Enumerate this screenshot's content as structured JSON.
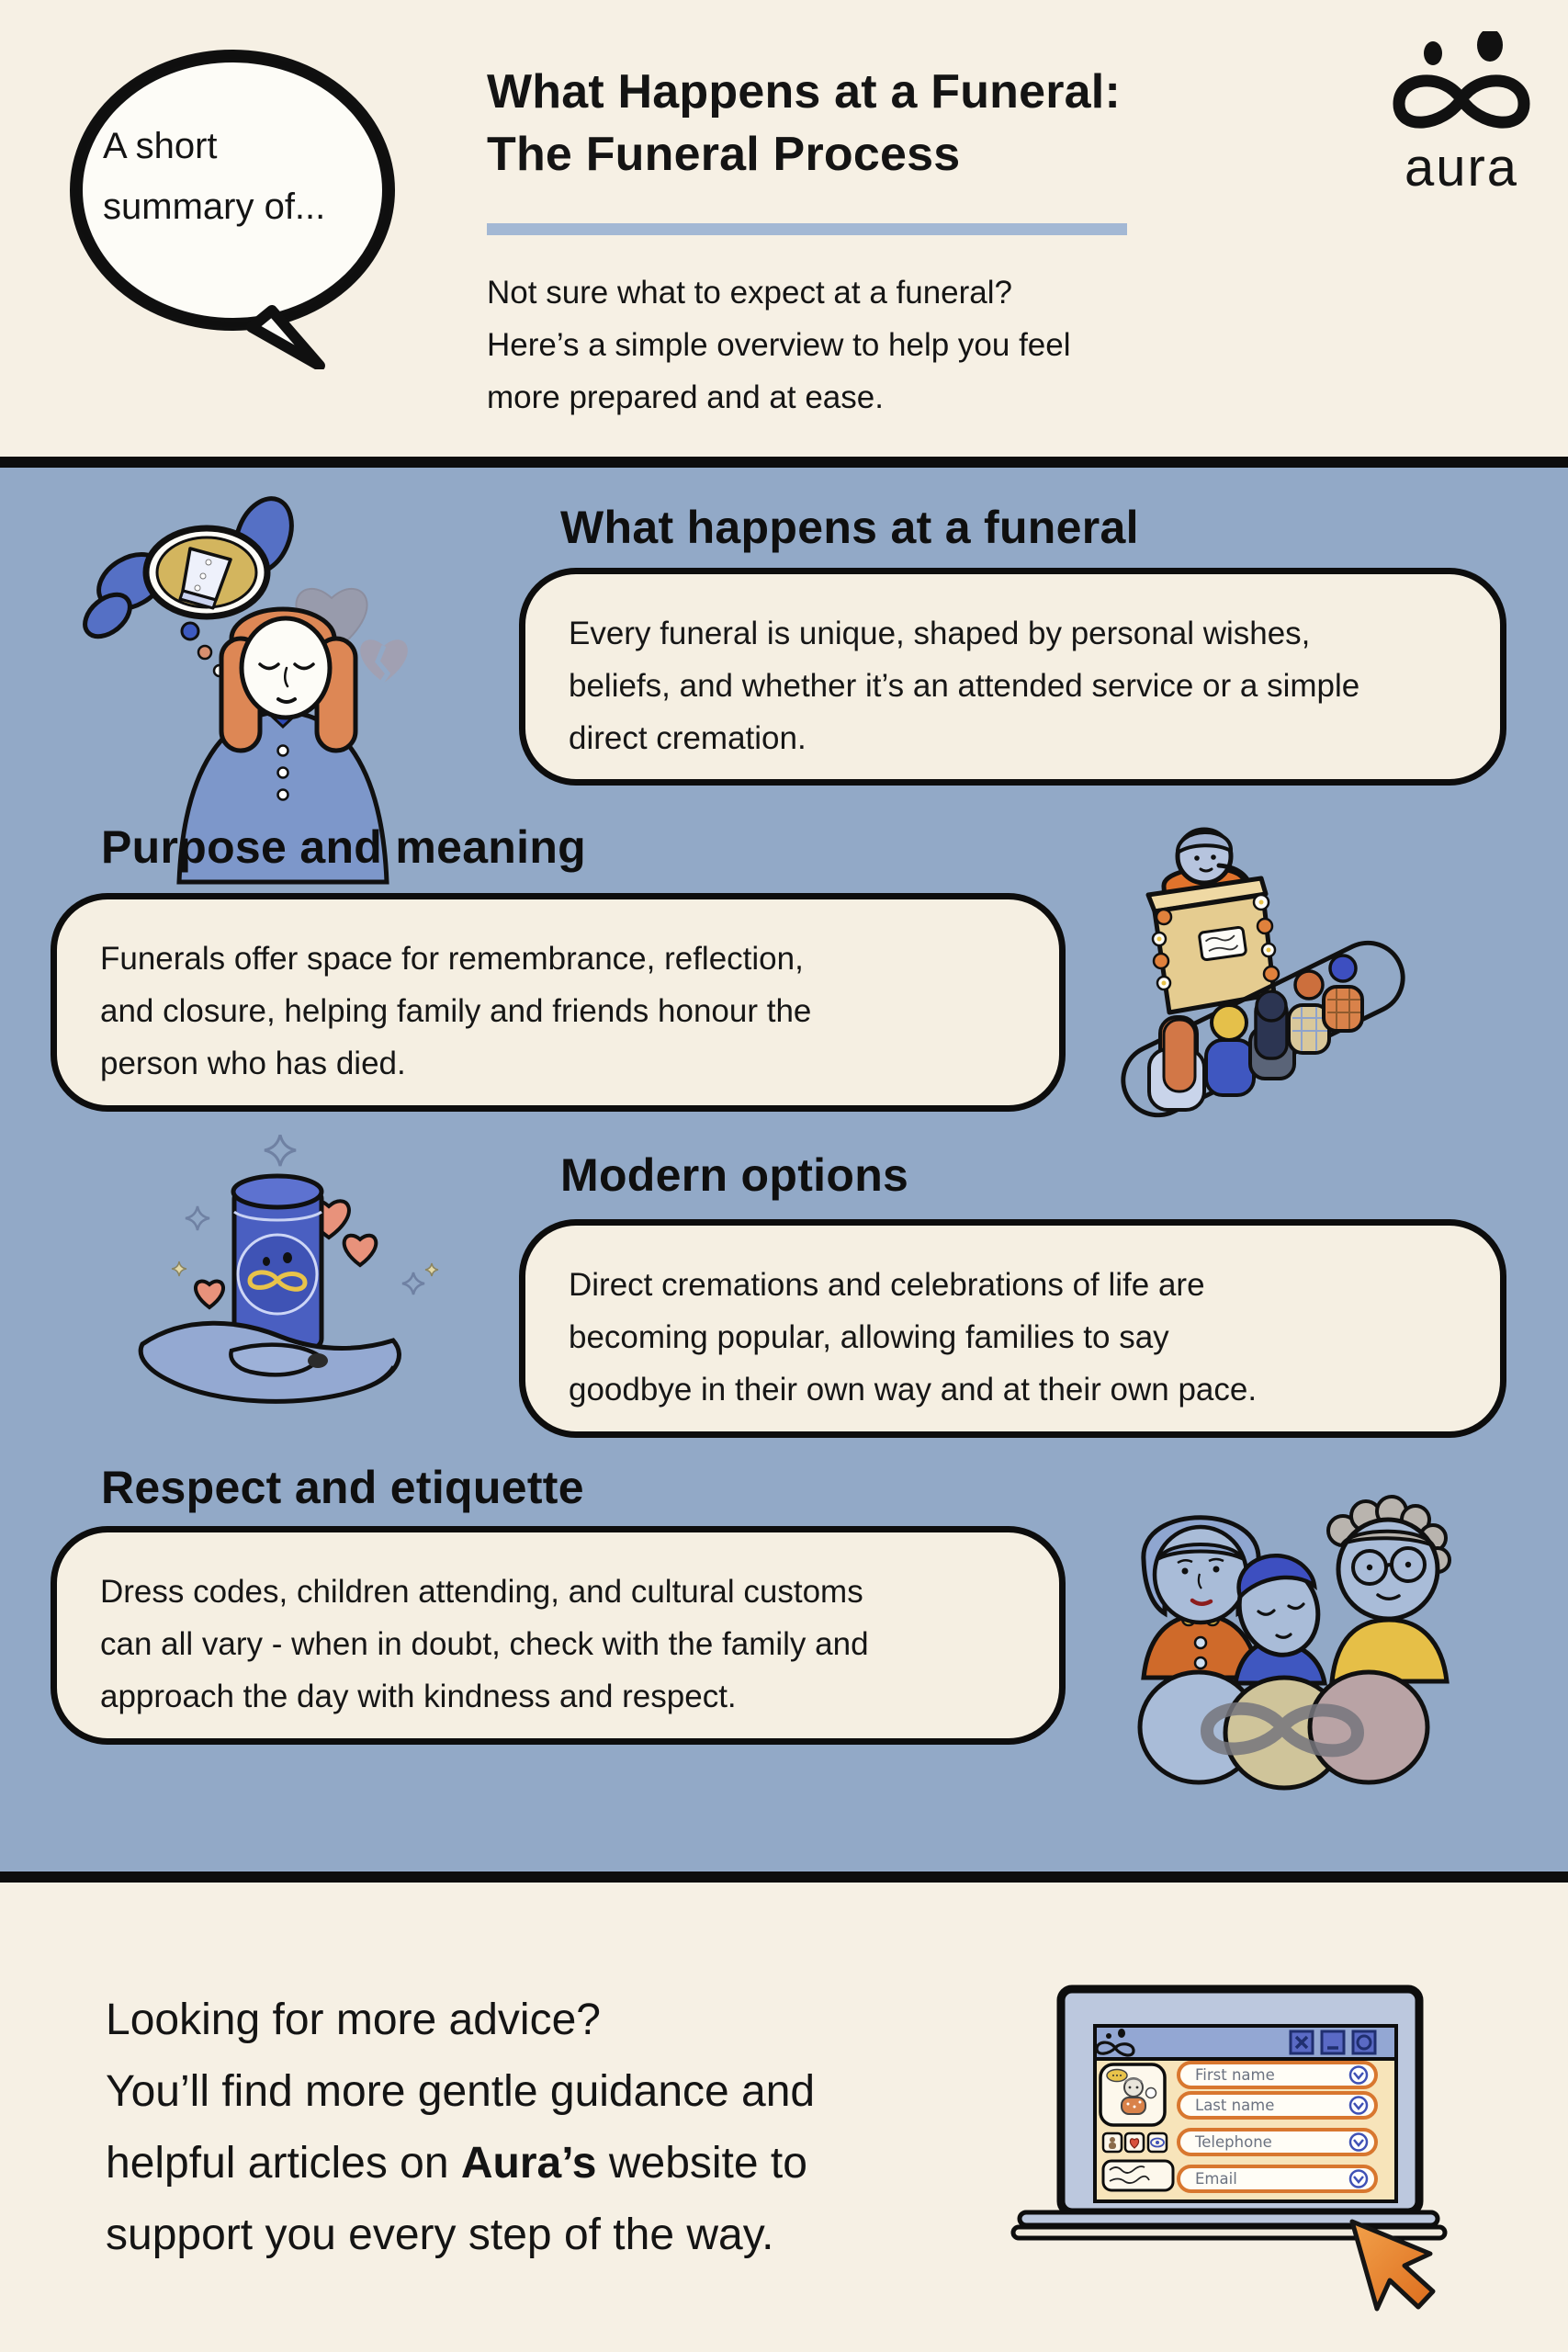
{
  "header": {
    "speech_bubble_text": "A short summary of...",
    "title_line1": "What Happens at a Funeral:",
    "title_line2": "The Funeral Process",
    "subtitle_lines": [
      "Not sure what to expect at a funeral?",
      "Here’s a simple overview to help you feel",
      "more prepared and at ease."
    ],
    "logo_wordmark": "aura"
  },
  "sections": [
    {
      "heading": "What happens at a funeral",
      "body_lines": [
        "Every funeral is unique, shaped by personal wishes,",
        "beliefs, and whether it’s an attended service or a simple",
        "direct cremation."
      ]
    },
    {
      "heading": "Purpose and meaning",
      "body_lines": [
        "Funerals offer space for remembrance, reflection,",
        "and closure, helping family and friends honour the",
        "person who has died."
      ]
    },
    {
      "heading": "Modern options",
      "body_lines": [
        "Direct cremations and celebrations of life are",
        "becoming popular, allowing families to say",
        "goodbye in their own way and at their own pace."
      ]
    },
    {
      "heading": "Respect and etiquette",
      "body_lines": [
        "Dress codes, children attending, and cultural customs",
        "can all vary - when in doubt, check with the family and",
        "approach the day with kindness and respect."
      ]
    }
  ],
  "footer": {
    "lines": [
      "Looking for more advice?",
      "You’ll find more gentle guidance and"
    ],
    "line3": {
      "prefix": "helpful articles on ",
      "bold": "Aura’s",
      "suffix": " website to"
    },
    "line4": "support you every step of the way.",
    "laptop_form": {
      "field_labels": [
        "First name",
        "Last name",
        "Telephone",
        "Email"
      ]
    }
  },
  "colors": {
    "cream_background": "#f6f0e4",
    "blue_background": "#92a9c7",
    "bubble_fill": "#f5efe2",
    "ink": "#141414",
    "title_underline_blue": "#a3b8d4",
    "accent_orange": "#e0772e",
    "heart_salmon": "#e8927b",
    "urn_blue": "#4a5fc1",
    "gold": "#e8c34a"
  }
}
